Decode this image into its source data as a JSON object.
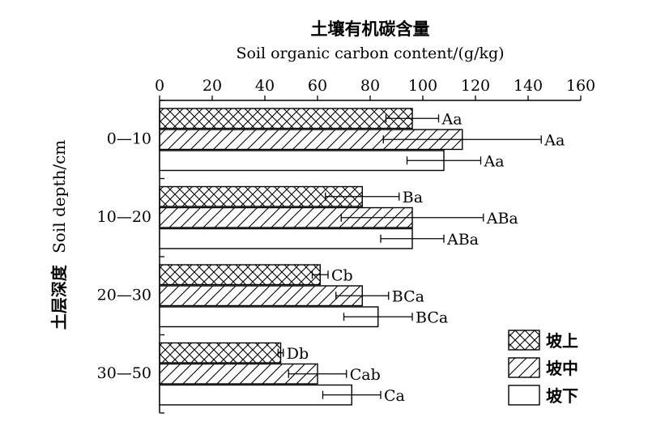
{
  "chart_data": {
    "type": "bar",
    "orientation": "horizontal",
    "title": "土壤有机碳含量",
    "subtitle": "Soil organic carbon content/(g/kg)",
    "ylabel_cn": "土层深度",
    "ylabel_en": "Soil depth/cm",
    "xlim": [
      0,
      160
    ],
    "xticks": [
      "0",
      "20",
      "40",
      "60",
      "80",
      "100",
      "120",
      "140",
      "160"
    ],
    "x_axis_position": "top",
    "grid": false,
    "legend_position": "bottom-right",
    "categories": [
      "0—10",
      "10—20",
      "20—30",
      "30—50"
    ],
    "series": [
      {
        "name": "坡上",
        "pattern": "crosshatch",
        "values": [
          96,
          77,
          61,
          46
        ],
        "errors": [
          10,
          14,
          3,
          1
        ],
        "labels": [
          "Aa",
          "Ba",
          "Cb",
          "Db"
        ]
      },
      {
        "name": "坡中",
        "pattern": "diagonal",
        "values": [
          115,
          96,
          77,
          60
        ],
        "errors": [
          30,
          27,
          10,
          11
        ],
        "labels": [
          "Aa",
          "ABa",
          "BCa",
          "Cab"
        ]
      },
      {
        "name": "坡下",
        "pattern": "none",
        "values": [
          108,
          96,
          83,
          73
        ],
        "errors": [
          14,
          12,
          13,
          11
        ],
        "labels": [
          "Aa",
          "ABa",
          "BCa",
          "Ca"
        ]
      }
    ]
  }
}
